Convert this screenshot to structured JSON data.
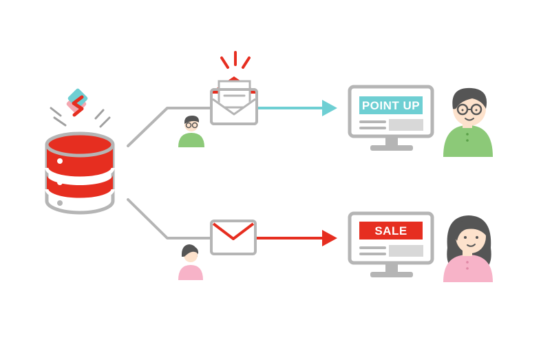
{
  "colors": {
    "red": "#e62e20",
    "teal": "#6ecfd3",
    "gray": "#b5b5b5",
    "light_gray": "#d8d8d8",
    "green": "#8cc978",
    "pink": "#f7b3c8",
    "skin": "#fde2cc",
    "hair": "#555555"
  },
  "icons": {
    "database": "database-icon",
    "logo": "logo-icon",
    "open_email": "open-envelope-icon",
    "closed_email": "closed-envelope-icon",
    "monitor": "monitor-icon",
    "male_user": "man-with-glasses-icon",
    "female_user": "woman-icon"
  },
  "flows": [
    {
      "banner_text": "POINT UP",
      "banner_color": "#6ecfd3",
      "arrow_color": "#6ecfd3",
      "email_state": "opened"
    },
    {
      "banner_text": "SALE",
      "banner_color": "#e62e20",
      "arrow_color": "#e62e20",
      "email_state": "unopened"
    }
  ]
}
